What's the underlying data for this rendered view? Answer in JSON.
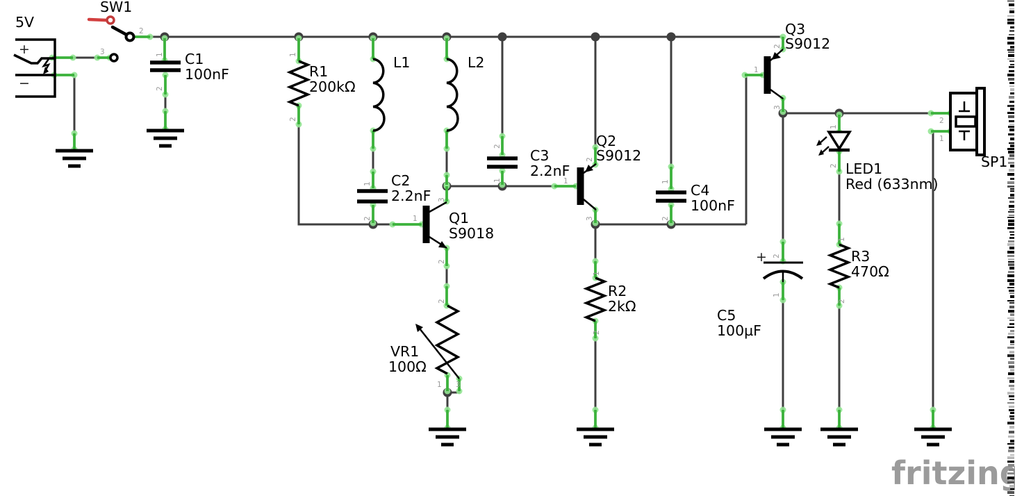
{
  "palette": {
    "wire_gray": "#3f3f3f",
    "pin_green": "#3cb23c",
    "pin_green_light": "#93e593",
    "component_black": "#000000",
    "switch_red": "#d23f3f",
    "pin_number_gray": "#9b9b9b",
    "watermark_gray": "#9b9b9b"
  },
  "power": {
    "label": "5V",
    "plus": "+",
    "minus": "−"
  },
  "pin_numbers": {
    "n1": "1",
    "n2": "2",
    "n3": "3"
  },
  "components": {
    "sw1": {
      "ref": "SW1"
    },
    "c1": {
      "ref": "C1",
      "value": "100nF"
    },
    "r1": {
      "ref": "R1",
      "value": "200kΩ"
    },
    "l1": {
      "ref": "L1"
    },
    "l2": {
      "ref": "L2"
    },
    "c2": {
      "ref": "C2",
      "value": "2.2nF"
    },
    "c3": {
      "ref": "C3",
      "value": "2.2nF"
    },
    "q1": {
      "ref": "Q1",
      "value": "S9018"
    },
    "q2": {
      "ref": "Q2",
      "value": "S9012"
    },
    "q3": {
      "ref": "Q3",
      "value": "S9012"
    },
    "c4": {
      "ref": "C4",
      "value": "100nF"
    },
    "r2": {
      "ref": "R2",
      "value": "2kΩ"
    },
    "vr1": {
      "ref": "VR1",
      "value": "100Ω"
    },
    "c5": {
      "ref": "C5",
      "value": "100µF"
    },
    "r3": {
      "ref": "R3",
      "value": "470Ω"
    },
    "led1": {
      "ref": "LED1",
      "value": "Red (633nm)"
    },
    "sp1": {
      "ref": "SP1"
    }
  },
  "watermark": {
    "text": "fritzing"
  }
}
